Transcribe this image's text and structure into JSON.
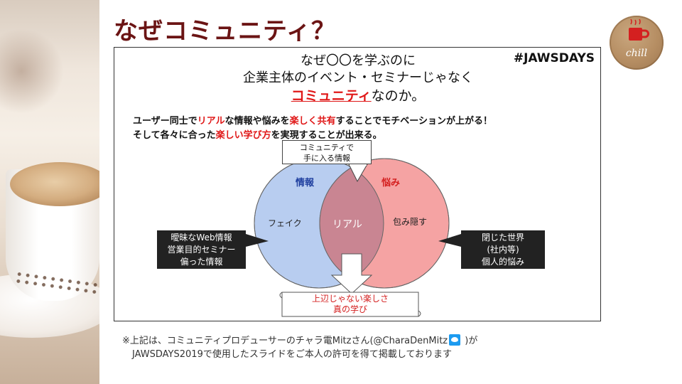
{
  "page": {
    "title": "なぜコミュニティ？"
  },
  "logo": {
    "text": "chill",
    "icon": "coffee-cup-icon"
  },
  "slide": {
    "hashtag": "#JAWSDAYS",
    "head_line1": "なぜ〇〇を学ぶのに",
    "head_line2": "企業主体のイベント・セミナーじゃなく",
    "head_line3_red": "コミュニティ",
    "head_line3_rest": "なのか。",
    "body1": {
      "a": "ユーザー同士で",
      "b": "リアル",
      "c": "な情報や悩みを",
      "d": "楽しく共有",
      "e": "することでモチベーションが上がる！"
    },
    "body2": {
      "a": "そして各々に合った",
      "b": "楽しい学び方",
      "c": "を実現することが出来る。"
    },
    "callout_top": [
      "コミュニティで",
      "手に入る情報"
    ],
    "circle_left_label": "情報",
    "circle_right_label": "悩み",
    "circle_left_text": "フェイク",
    "circle_center_text": "リアル",
    "circle_right_text": "包み隠す",
    "box_left": [
      "曖昧なWeb情報",
      "営業目的セミナー",
      "偏った情報"
    ],
    "box_right": [
      "閉じた世界",
      "(社内等)",
      "個人的悩み"
    ],
    "scroll_bottom": [
      "上辺じゃない楽しさ",
      "真の学び"
    ],
    "colors": {
      "left_circle": "#b8cdf0",
      "right_circle": "#f5a3a3",
      "overlap": "#c98592",
      "accent_red": "#e01818",
      "title": "#6b1414"
    }
  },
  "footnote": {
    "line1_a": "※上記は、コミュニティプロデューサーのチャラ電Mitzさん(@CharaDenMitz",
    "line1_b": " )が",
    "line2": "JAWSDAYS2019で使用したスライドをご本人の許可を得て掲載しております",
    "icon": "twitter-icon"
  }
}
